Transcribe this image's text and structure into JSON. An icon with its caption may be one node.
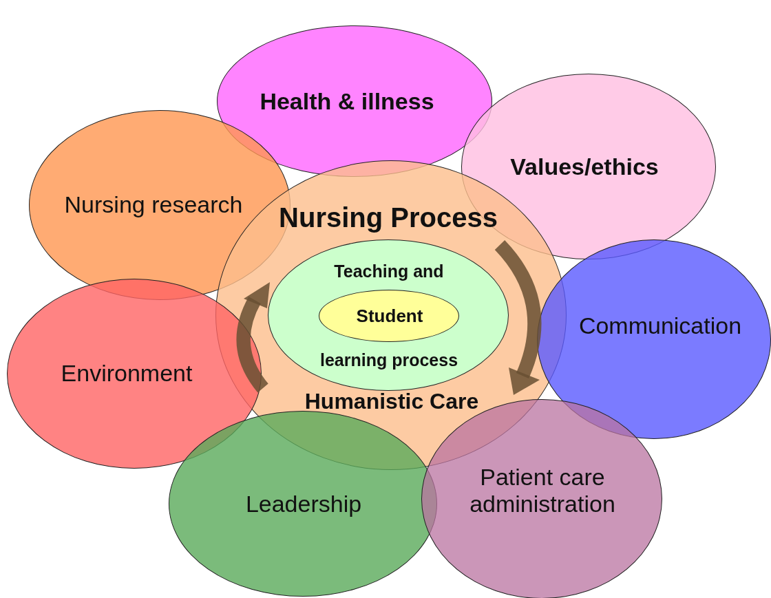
{
  "diagram": {
    "nodes": [
      {
        "text": [
          "Health & illness"
        ]
      },
      {
        "text": [
          "Values/ethics"
        ]
      },
      {
        "text": [
          "Nursing research"
        ]
      },
      {
        "text": [
          "Nursing Process",
          "Humanistic Care"
        ]
      },
      {
        "text": [
          "Teaching and",
          "learning process"
        ],
        "in": 3
      },
      {
        "text": [
          "Student"
        ],
        "in": 4
      },
      {
        "text": [
          "Communication"
        ]
      },
      {
        "text": [
          "Environment"
        ]
      },
      {
        "text": [
          "Leadership"
        ]
      },
      {
        "text": [
          "Patient care administration"
        ]
      }
    ]
  }
}
